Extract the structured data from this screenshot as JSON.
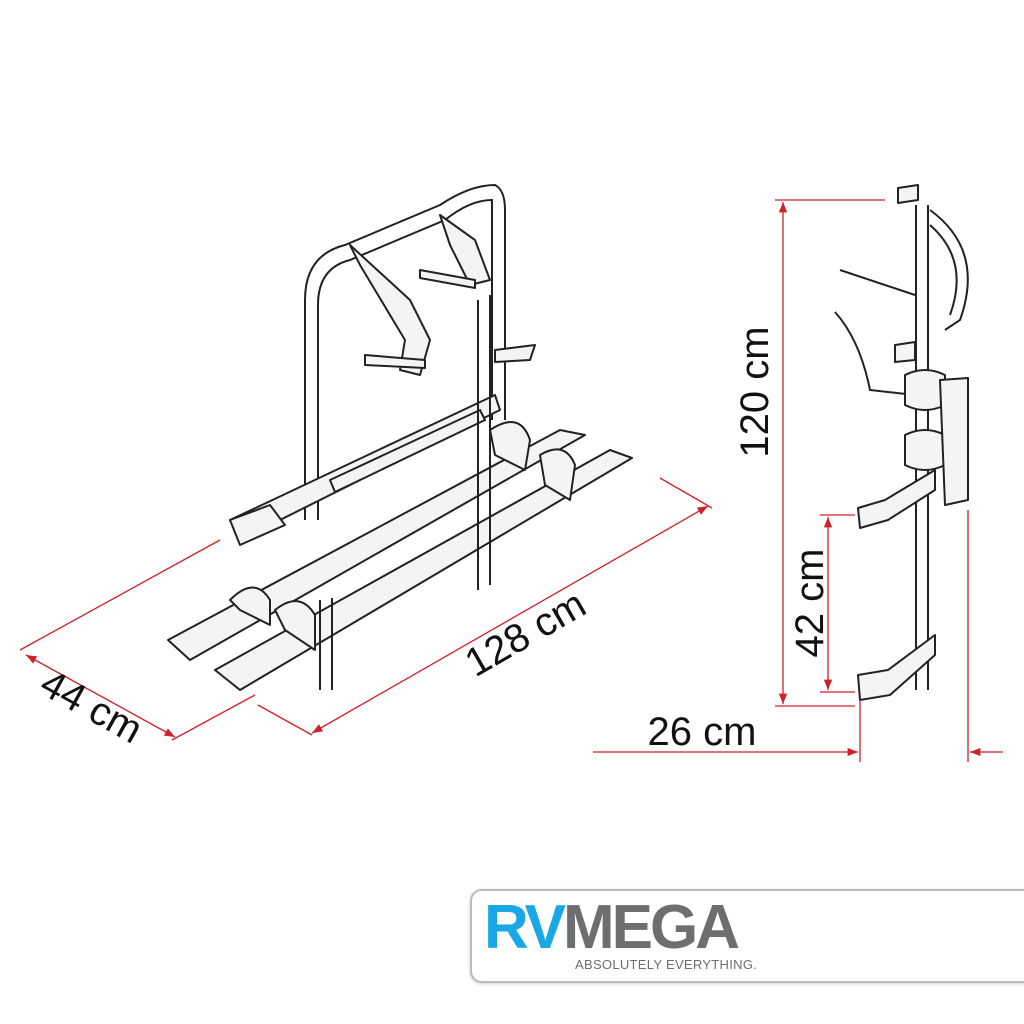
{
  "dimensions": {
    "depth": "44 cm",
    "length": "128 cm",
    "height": "120 cm",
    "rail_spacing": "42 cm",
    "side_depth": "26 cm"
  },
  "logo": {
    "brand_part1": "RV",
    "brand_part2": "MEGA",
    "tagline": "ABSOLUTELY EVERYTHING."
  },
  "colors": {
    "dimension_line": "#d0202a",
    "brand_blue": "#1aa7e6",
    "brand_gray": "#6d6e70"
  }
}
